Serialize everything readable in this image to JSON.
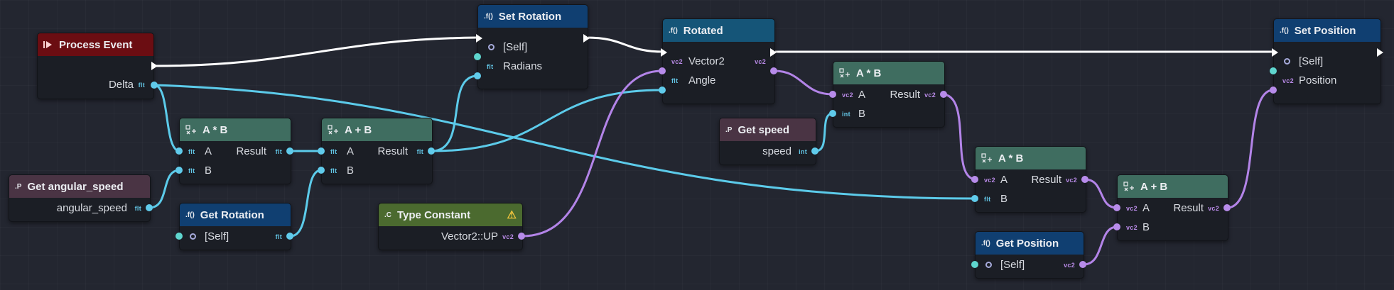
{
  "nodes": {
    "process_event": {
      "title": "Process Event",
      "out_delta": "Delta",
      "out_delta_type": "flt"
    },
    "set_rotation": {
      "icon": ".f()",
      "title": "Set Rotation",
      "in_self": "[Self]",
      "in_radians": "Radians",
      "in_radians_type": "flt"
    },
    "rotated": {
      "icon": ".f()",
      "title": "Rotated",
      "in_vector": "Vector2",
      "in_vector_type": "vc2",
      "out_type": "vc2",
      "in_angle": "Angle",
      "in_angle_type": "flt"
    },
    "set_position": {
      "icon": ".f()",
      "title": "Set Position",
      "in_self": "[Self]",
      "in_position": "Position",
      "in_position_type": "vc2"
    },
    "mul_1": {
      "title": "A * B",
      "in_a": "A",
      "in_b": "B",
      "in_a_type": "flt",
      "in_b_type": "flt",
      "out": "Result",
      "out_type": "flt"
    },
    "add_1": {
      "title": "A + B",
      "in_a": "A",
      "in_b": "B",
      "in_a_type": "flt",
      "in_b_type": "flt",
      "out": "Result",
      "out_type": "flt"
    },
    "mul_2": {
      "title": "A * B",
      "in_a": "A",
      "in_b": "B",
      "in_a_type": "vc2",
      "in_b_type": "int",
      "out": "Result",
      "out_type": "vc2"
    },
    "mul_3": {
      "title": "A * B",
      "in_a": "A",
      "in_b": "B",
      "in_a_type": "vc2",
      "in_b_type": "flt",
      "out": "Result",
      "out_type": "vc2"
    },
    "add_2": {
      "title": "A + B",
      "in_a": "A",
      "in_b": "B",
      "in_a_type": "vc2",
      "in_b_type": "vc2",
      "out": "Result",
      "out_type": "vc2"
    },
    "get_angular_speed": {
      "icon": ".P",
      "title": "Get angular_speed",
      "out": "angular_speed",
      "out_type": "flt"
    },
    "get_rotation": {
      "icon": ".f()",
      "title": "Get Rotation",
      "in_self": "[Self]",
      "out_type": "flt"
    },
    "get_speed": {
      "icon": ".P",
      "title": "Get speed",
      "out": "speed",
      "out_type": "int"
    },
    "type_constant": {
      "icon": ".C",
      "title": "Type Constant",
      "out": "Vector2::UP",
      "out_type": "vc2"
    },
    "get_position": {
      "icon": ".f()",
      "title": "Get Position",
      "in_self": "[Self]",
      "out_type": "vc2"
    }
  },
  "icons": {
    "event": "event-icon",
    "function": "function-icon",
    "operator": "operator-icon",
    "property": "property-icon",
    "constant": "constant-icon",
    "warning": "warning-icon"
  },
  "colors": {
    "background": "#232630",
    "exec_wire": "#ffffff",
    "float_wire": "#5ccbea",
    "vector_wire": "#b384e8",
    "event_header": "#6b0d12",
    "function_header": "#103f71",
    "operator_header": "#3f6d60",
    "property_header": "#4a3444",
    "constant_header": "#4b6a2f"
  }
}
